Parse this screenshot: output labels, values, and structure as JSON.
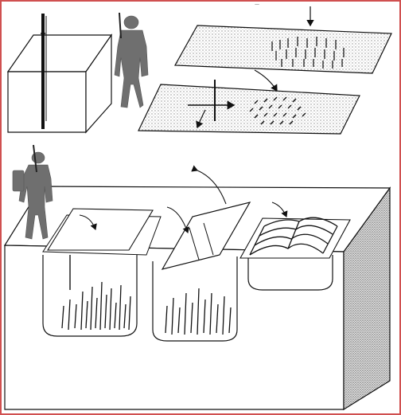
{
  "figure": {
    "top_mark": "—",
    "frame_color": "#d05050",
    "ink_color": "#111111",
    "stipple_color": "#9a9a9a",
    "silhouette_color": "#6f6f6f"
  },
  "panels": {
    "top_left": {
      "description_icon": "cube-with-vertical-rod"
    },
    "soldier": {
      "description_icon": "soldier-silhouette-icon"
    },
    "top_right": {
      "description_icon": "stippled-panels-with-stakes"
    },
    "bottom": {
      "description_icon": "trench-with-panels-and-stakes"
    }
  }
}
